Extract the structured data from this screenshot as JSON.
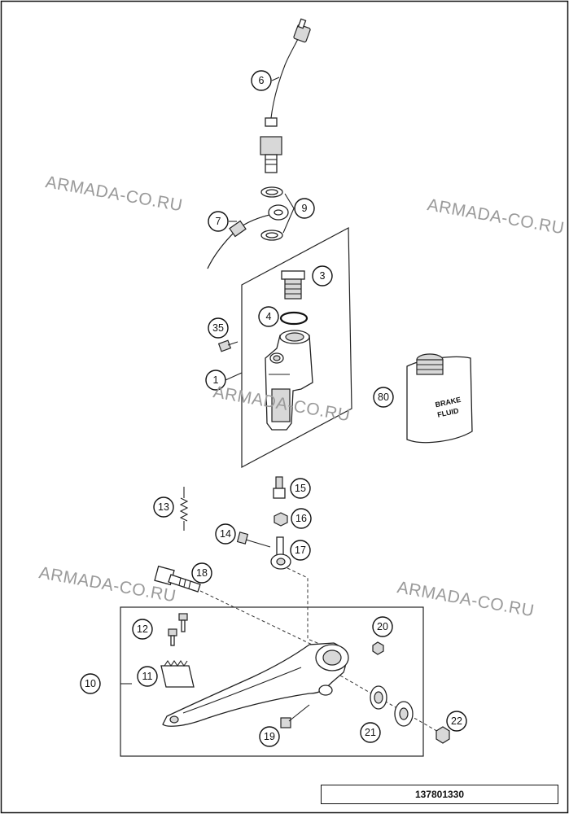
{
  "diagram": {
    "callouts": [
      {
        "label": "6"
      },
      {
        "label": "9"
      },
      {
        "label": "7"
      },
      {
        "label": "3"
      },
      {
        "label": "4"
      },
      {
        "label": "35"
      },
      {
        "label": "1"
      },
      {
        "label": "80"
      },
      {
        "label": "15"
      },
      {
        "label": "13"
      },
      {
        "label": "16"
      },
      {
        "label": "14"
      },
      {
        "label": "17"
      },
      {
        "label": "18"
      },
      {
        "label": "12"
      },
      {
        "label": "20"
      },
      {
        "label": "10"
      },
      {
        "label": "11"
      },
      {
        "label": "21"
      },
      {
        "label": "22"
      },
      {
        "label": "19"
      }
    ],
    "bottle_label_line1": "BRAKE",
    "bottle_label_line2": "FLUID",
    "watermark": "ARMADA-CO.RU",
    "reference_number": "137801330"
  }
}
